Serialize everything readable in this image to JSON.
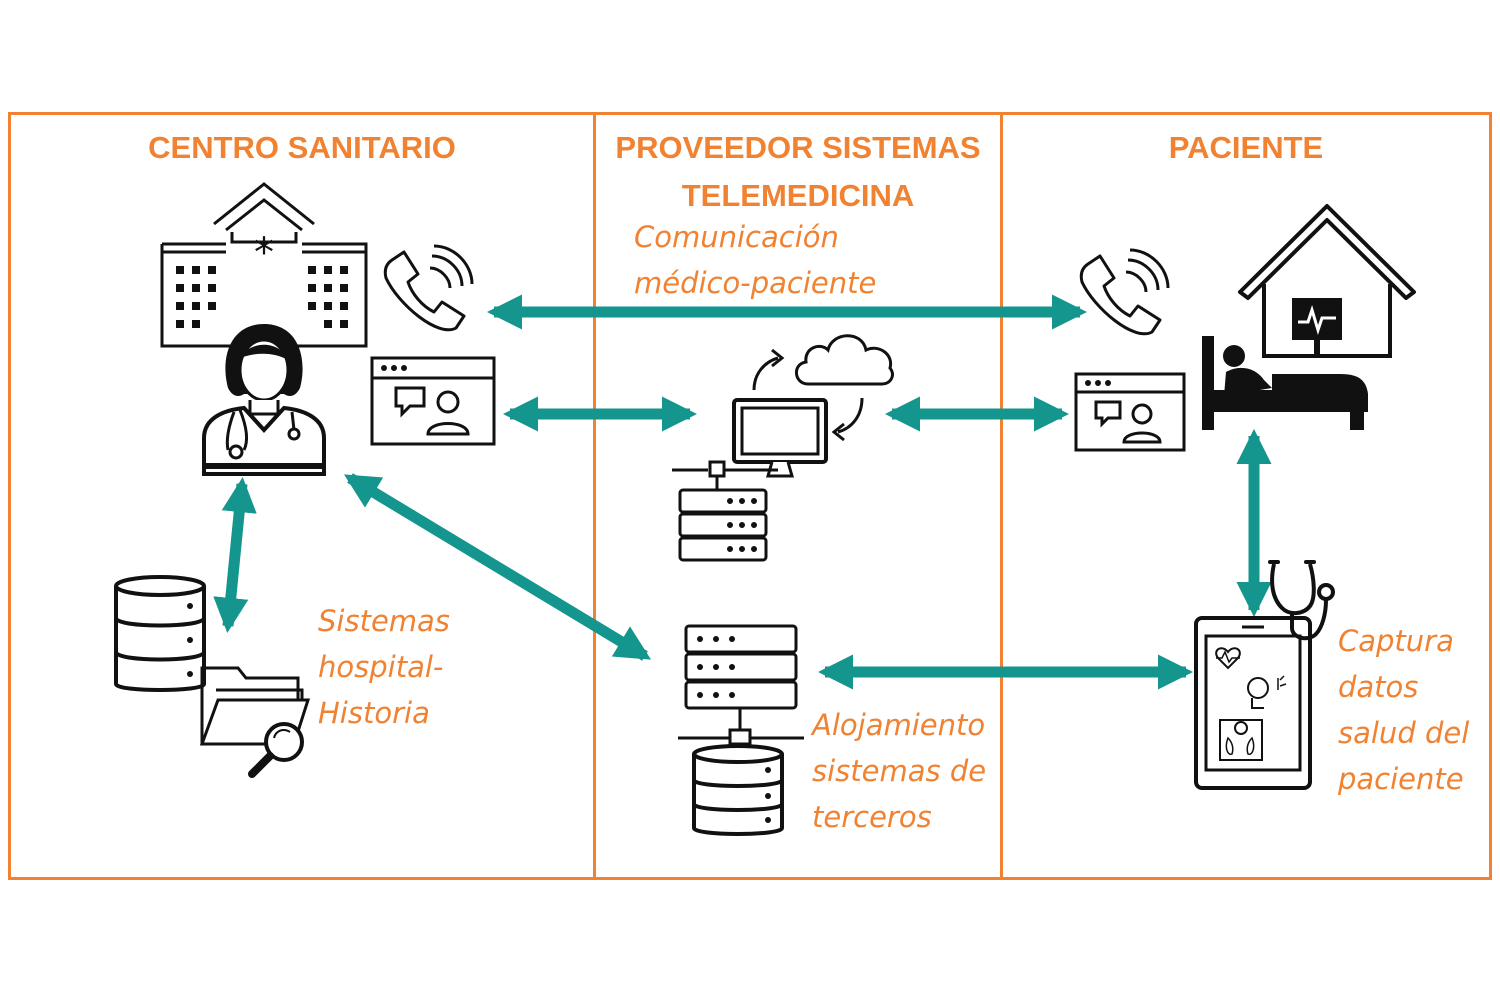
{
  "columns": {
    "centro": {
      "title": "CENTRO SANITARIO"
    },
    "proveedor": {
      "title_line1": "PROVEEDOR SISTEMAS",
      "title_line2": "TELEMEDICINA"
    },
    "paciente": {
      "title": "PACIENTE"
    }
  },
  "labels": {
    "comunicacion": [
      "Comunicación",
      "médico-paciente"
    ],
    "sistemas_hospital": [
      "Sistemas",
      "hospital-",
      "Historia"
    ],
    "alojamiento": [
      "Alojamiento",
      "sistemas de",
      "terceros"
    ],
    "captura": [
      "Captura",
      "datos",
      "salud del",
      "paciente"
    ]
  },
  "icons": [
    "hospital-icon",
    "doctor-icon",
    "phone-icon",
    "video-call-icon",
    "cloud-icon",
    "computer-icon",
    "server-icon",
    "database-icon",
    "folder-search-icon",
    "house-icon",
    "patient-bed-icon",
    "monitor-icon",
    "tablet-icon",
    "stethoscope-icon"
  ],
  "colors": {
    "border": "#f08232",
    "text": "#f08232",
    "arrow": "#14968e",
    "icon": "#111111"
  }
}
